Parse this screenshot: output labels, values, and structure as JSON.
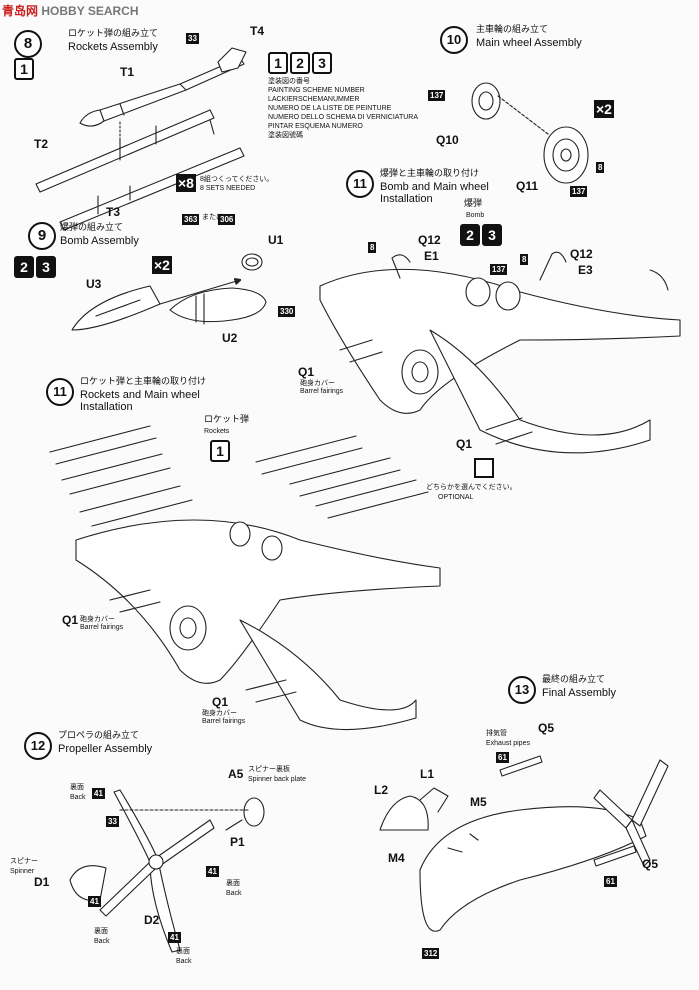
{
  "watermark": {
    "cn": "青岛网",
    "en": "HOBBY SEARCH"
  },
  "colors": {
    "ink": "#111111",
    "paper": "#fbfbfb",
    "watermark_red": "#cc2222"
  },
  "step8": {
    "num": "8",
    "title_ja": "ロケット弾の組み立て",
    "title_en": "Rockets Assembly",
    "color_badge": "1",
    "parts": {
      "t1": "T1",
      "t2": "T2",
      "t3": "T3",
      "t4": "T4"
    },
    "paint_chip": "33",
    "paint_scheme_numbers": [
      "1",
      "2",
      "3"
    ],
    "scheme_lines": [
      "塗装図の番号",
      "PAINTING SCHEME NUMBER",
      "LACKIERSCHEMANUMMER",
      "NUMERO DE LA LISTE DE PEINTURE",
      "NUMERO DELLO SCHEMA DI VERNICIATURA",
      "PINTAR ESQUEMA NUMERO",
      "塗装図號碼"
    ],
    "multiplier": "×8",
    "sets_ja": "8組つくってください。",
    "sets_en": "8 SETS NEEDED",
    "chip_a": "363",
    "chip_or": "または OR",
    "chip_b": "306"
  },
  "step9": {
    "num": "9",
    "title_ja": "爆弾の組み立て",
    "title_en": "Bomb Assembly",
    "badges": [
      "2",
      "3"
    ],
    "multiplier": "×2",
    "parts": {
      "u1": "U1",
      "u2": "U2",
      "u3": "U3"
    },
    "paint_chip": "330"
  },
  "step10": {
    "num": "10",
    "title_ja": "主車輪の組み立て",
    "title_en": "Main wheel Assembly",
    "parts": {
      "q10": "Q10",
      "q11": "Q11"
    },
    "chip_a": "137",
    "chip_b": "8",
    "chip_c": "137",
    "multiplier": "×2"
  },
  "step11a": {
    "num": "11",
    "title_ja": "爆弾と主車輪の取り付け",
    "title_en1": "Bomb and Main wheel",
    "title_en2": "Installation",
    "bomb_ja": "爆弾",
    "bomb_en": "Bomb",
    "badges": [
      "2",
      "3"
    ],
    "parts": {
      "q12a": "Q12",
      "e1": "E1",
      "q12b": "Q12",
      "e3": "E3",
      "q1a": "Q1",
      "q1b": "Q1"
    },
    "chips": [
      "8",
      "137",
      "8"
    ],
    "fair_ja": "砲身カバー",
    "fair_en": "Barrel fairings",
    "opt_ja": "どちらかを選んでください。",
    "opt_en": "OPTIONAL"
  },
  "step11b": {
    "num": "11",
    "title_ja": "ロケット弾と主車輪の取り付け",
    "title_en1": "Rockets and Main wheel",
    "title_en2": "Installation",
    "rocket_ja": "ロケット弾",
    "rocket_en": "Rockets",
    "badge": "1",
    "parts": {
      "q1a": "Q1",
      "q1b": "Q1"
    },
    "fair_ja": "砲身カバー",
    "fair_en": "Barrel fairings"
  },
  "step12": {
    "num": "12",
    "title_ja": "プロペラの組み立て",
    "title_en": "Propeller Assembly",
    "parts": {
      "a5": "A5",
      "p1": "P1",
      "d1": "D1",
      "d2": "D2"
    },
    "a5_ja": "スピナー裏板",
    "a5_en": "Spinner back plate",
    "spinner_ja": "スピナー",
    "spinner_en": "Spinner",
    "back_ja": "裏面",
    "back_en": "Back",
    "chip_41": "41",
    "chip_33": "33"
  },
  "step13": {
    "num": "13",
    "title_ja": "最終の組み立て",
    "title_en": "Final Assembly",
    "exh_ja": "排気管",
    "exh_en": "Exhaust pipes",
    "parts": {
      "q5a": "Q5",
      "q5b": "Q5",
      "l1": "L1",
      "l2": "L2",
      "m4": "M4",
      "m5": "M5"
    },
    "chip_61a": "61",
    "chip_61b": "61",
    "chip_312": "312"
  }
}
